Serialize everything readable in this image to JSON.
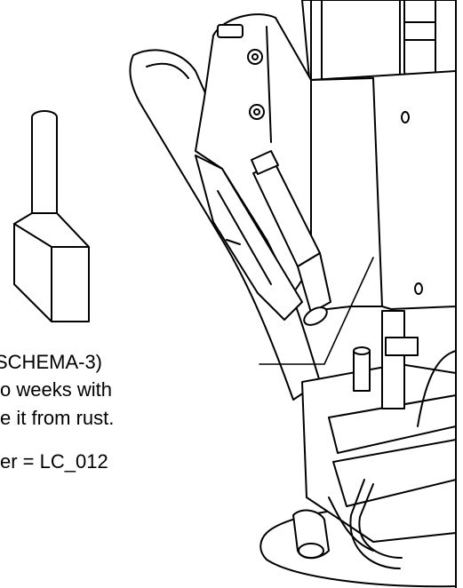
{
  "diagram": {
    "callout_line1": "SCHEMA-3)",
    "callout_line2": "o weeks with",
    "callout_line3": "e it from rust.",
    "callout_line4": "er =  LC_012"
  },
  "colors": {
    "stroke": "#000000",
    "fill": "#ffffff"
  }
}
